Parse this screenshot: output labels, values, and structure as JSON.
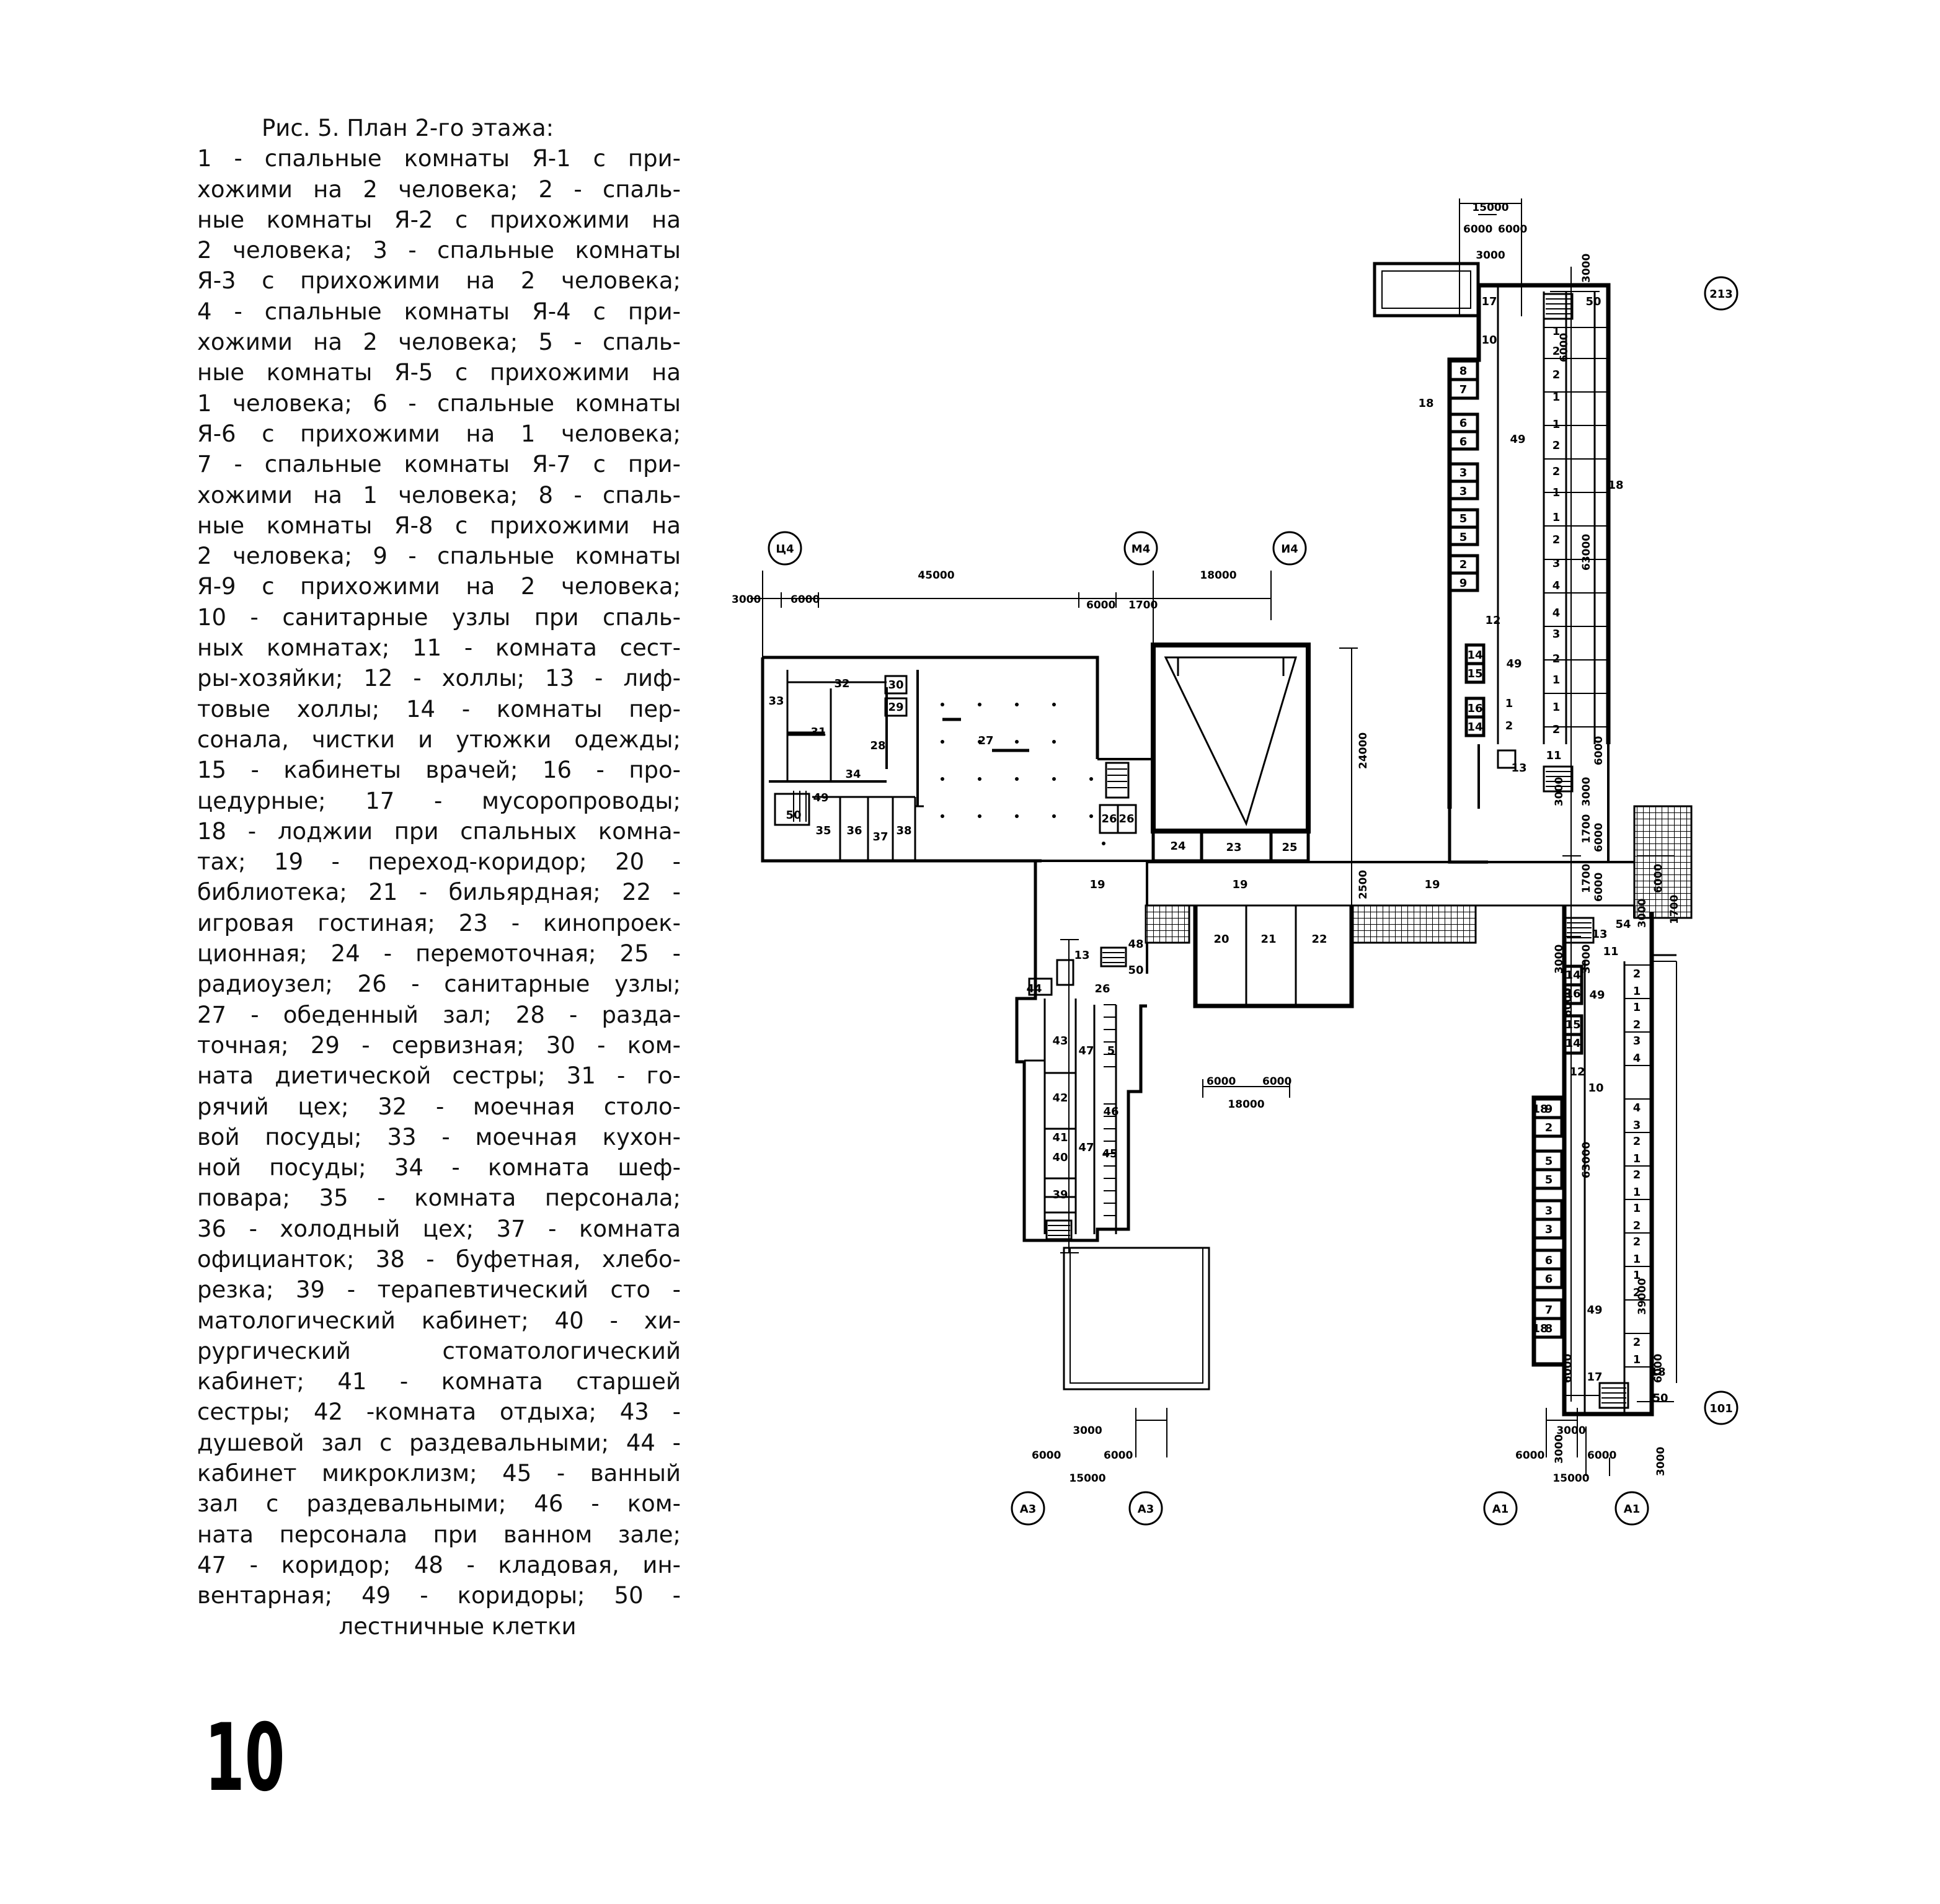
{
  "legend": {
    "caption": "Рис. 5. План 2-го этажа:",
    "lines": [
      "1 - спальные комнаты Я-1 с при-",
      "хожими на 2 человека; 2 - спаль-",
      "ные комнаты Я-2 с прихожими на",
      "2 человека; 3 - спальные комнаты",
      "Я-3 с прихожими на 2 человека;",
      "4 - спальные комнаты Я-4 с при-",
      "хожими на 2 человека; 5 - спаль-",
      "ные комнаты Я-5 с прихожими на",
      "1 человека; 6 - спальные комнаты",
      "Я-6 с прихожими на 1 человека;",
      "7 - спальные комнаты Я-7 с при-",
      "хожими на 1 человека; 8 - спаль-",
      "ные комнаты Я-8 с прихожими на",
      "2 человека; 9 - спальные комнаты",
      "Я-9 с прихожими на 2 человека;",
      "10 - санитарные узлы при спаль-",
      "ных комнатах; 11 - комната сест-",
      "ры-хозяйки; 12 - холлы; 13 - лиф-",
      "товые холлы; 14 - комнаты пер-",
      "сонала, чистки и утюжки одежды;",
      "15 - кабинеты врачей; 16 - про-",
      "цедурные; 17 - мусоропроводы;",
      "18 - лоджии при спальных комна-",
      "тах; 19 - переход-коридор; 20 -",
      "библиотека; 21 - бильярдная; 22 -",
      "игровая гостиная; 23 - кинопроек-",
      "ционная; 24 - перемоточная; 25 -",
      "радиоузел; 26 - санитарные узлы;",
      "27 - обеденный зал; 28 - разда-",
      "точная; 29 - сервизная; 30 - ком-",
      "ната диетической сестры; 31 - го-",
      "рячий цех; 32 - моечная столо-",
      "вой посуды; 33 - моечная кухон-",
      "ной посуды; 34 - комната шеф-",
      "повара; 35 - комната персонала;",
      "36 - холодный цех; 37 - комната",
      "официанток; 38 - буфетная, хлебо-",
      "резка; 39 - терапевтический сто -",
      "матологический кабинет; 40 - хи-",
      "рургический стоматологический",
      "кабинет; 41 - комната старшей",
      "сестры; 42 -комната отдыха; 43 -",
      "душевой зал с раздевальными; 44 -",
      "кабинет микроклизм; 45 - ванный",
      "зал с раздевальными; 46 - ком-",
      "ната персонала при ванном зале;",
      "47 - коридор; 48 - кладовая, ин-",
      "вентарная; 49 - коридоры; 50 -"
    ],
    "last_line": "лестничные клетки"
  },
  "page_number": "10",
  "plan": {
    "axes": {
      "c4": "Ц4",
      "m4": "М4",
      "i4": "И4",
      "n213": "213",
      "n101": "101",
      "a3_left": "А3",
      "a3_right": "А3",
      "a1_left": "А1",
      "a1_right": "А1"
    },
    "dims": {
      "d45000": "45000",
      "d18000_top": "18000",
      "d3000_left": "3000",
      "d6000_left": "6000",
      "d6000_mid": "6000",
      "d1700_mid": "1700",
      "d15000_top": "15000",
      "d6000_top_a": "6000",
      "d6000_top_b": "6000",
      "d3000_top": "3000",
      "d3000_r1": "3000",
      "d6000_r1": "6000",
      "d63000_r1": "63000",
      "d24000": "24000",
      "d2500": "2500",
      "d3000_r2": "3000",
      "d3000_r3": "3000",
      "d6000_r2": "6000",
      "d1700_r1": "1700",
      "d6000_r3": "6000",
      "d1700_r2": "1700",
      "d6000_r4": "6000",
      "d3000_r4": "3000",
      "d3000_r5": "3000",
      "d6000_r5": "6000",
      "d63000_r2": "63000",
      "d6000_r6": "6000",
      "d3000_r6": "3000",
      "d3000_lv1": "3000",
      "d6000_lv1": "6000",
      "d1700_lv": "1700",
      "d39000": "39000",
      "d6000_lv2": "6000",
      "d3000_lv2": "3000",
      "d6000_mc1": "6000",
      "d6000_mc2": "6000",
      "d18000_mc": "18000",
      "d3000_bl": "3000",
      "d6000_bl1": "6000",
      "d6000_bl2": "6000",
      "d15000_bl": "15000",
      "d3000_br": "3000",
      "d6000_br1": "6000",
      "d6000_br2": "6000",
      "d15000_br": "15000"
    },
    "rooms": {
      "r19a": "19",
      "r19b": "19",
      "r19c": "19",
      "r20": "20",
      "r21": "21",
      "r22": "22",
      "r23": "23",
      "r24": "24",
      "r25": "25",
      "r26a": "26",
      "r26b": "26",
      "r26c": "26",
      "r27": "27",
      "r28": "28",
      "r29": "29",
      "r30": "30",
      "r31": "31",
      "r32": "32",
      "r33": "33",
      "r34": "34",
      "r35": "35",
      "r36": "36",
      "r37": "37",
      "r38": "38",
      "r39": "39",
      "r40": "40",
      "r41": "41",
      "r42": "42",
      "r43": "43",
      "r44": "44",
      "r45": "45",
      "r46": "46",
      "r47a": "47",
      "r47b": "47",
      "r48": "48",
      "r49a": "49",
      "r50a": "50",
      "r50b": "50",
      "r13a": "13",
      "r5x": "5",
      "n17": "17",
      "n50": "50",
      "n10": "10",
      "n18a": "18",
      "n18b": "18",
      "n49a": "49",
      "n49b": "49",
      "n12": "12",
      "n13": "13",
      "n11": "11",
      "n8": "8",
      "n7": "7",
      "n6a": "6",
      "n6b": "6",
      "n3a": "3",
      "n3b": "3",
      "n5a": "5",
      "n5b": "5",
      "n2": "2",
      "n9": "9",
      "n14a": "14",
      "n15": "15",
      "n16": "16",
      "n14b": "14",
      "e1a": "1",
      "e2a": "2",
      "e2b": "2",
      "e1b": "1",
      "e1c": "1",
      "e2c": "2",
      "e2d": "2",
      "e1d": "1",
      "e1e": "1",
      "e2e": "2",
      "e3a": "3",
      "e4a": "4",
      "e4b": "4",
      "e3b": "3",
      "e2f": "2",
      "e1f": "1",
      "e1g": "1",
      "e2g": "2",
      "e1h": "1",
      "e2h": "2",
      "s13": "13",
      "s54": "54",
      "s11": "11",
      "s14a": "14",
      "s16": "16",
      "s49a": "49",
      "s15": "15",
      "s14b": "14",
      "s12": "12",
      "s10": "10",
      "s18a": "18",
      "s9": "9",
      "s2": "2",
      "s5a": "5",
      "s5b": "5",
      "s3a": "3",
      "s3b": "3",
      "s6a": "6",
      "s6b": "6",
      "s7": "7",
      "s8": "8",
      "s18b": "18",
      "s49b": "49",
      "s17": "17",
      "s18c": "18",
      "s50": "50",
      "t2a": "2",
      "t1a": "1",
      "t1b": "1",
      "t2b": "2",
      "t3a": "3",
      "t4a": "4",
      "t4b": "4",
      "t3b": "3",
      "t2c": "2",
      "t1c": "1",
      "t2d": "2",
      "t1d": "1",
      "t1e": "1",
      "t2e": "2",
      "t2f": "2",
      "t1f": "1",
      "t1g": "1",
      "t2g": "2",
      "t2h": "2",
      "t1h": "1"
    }
  }
}
